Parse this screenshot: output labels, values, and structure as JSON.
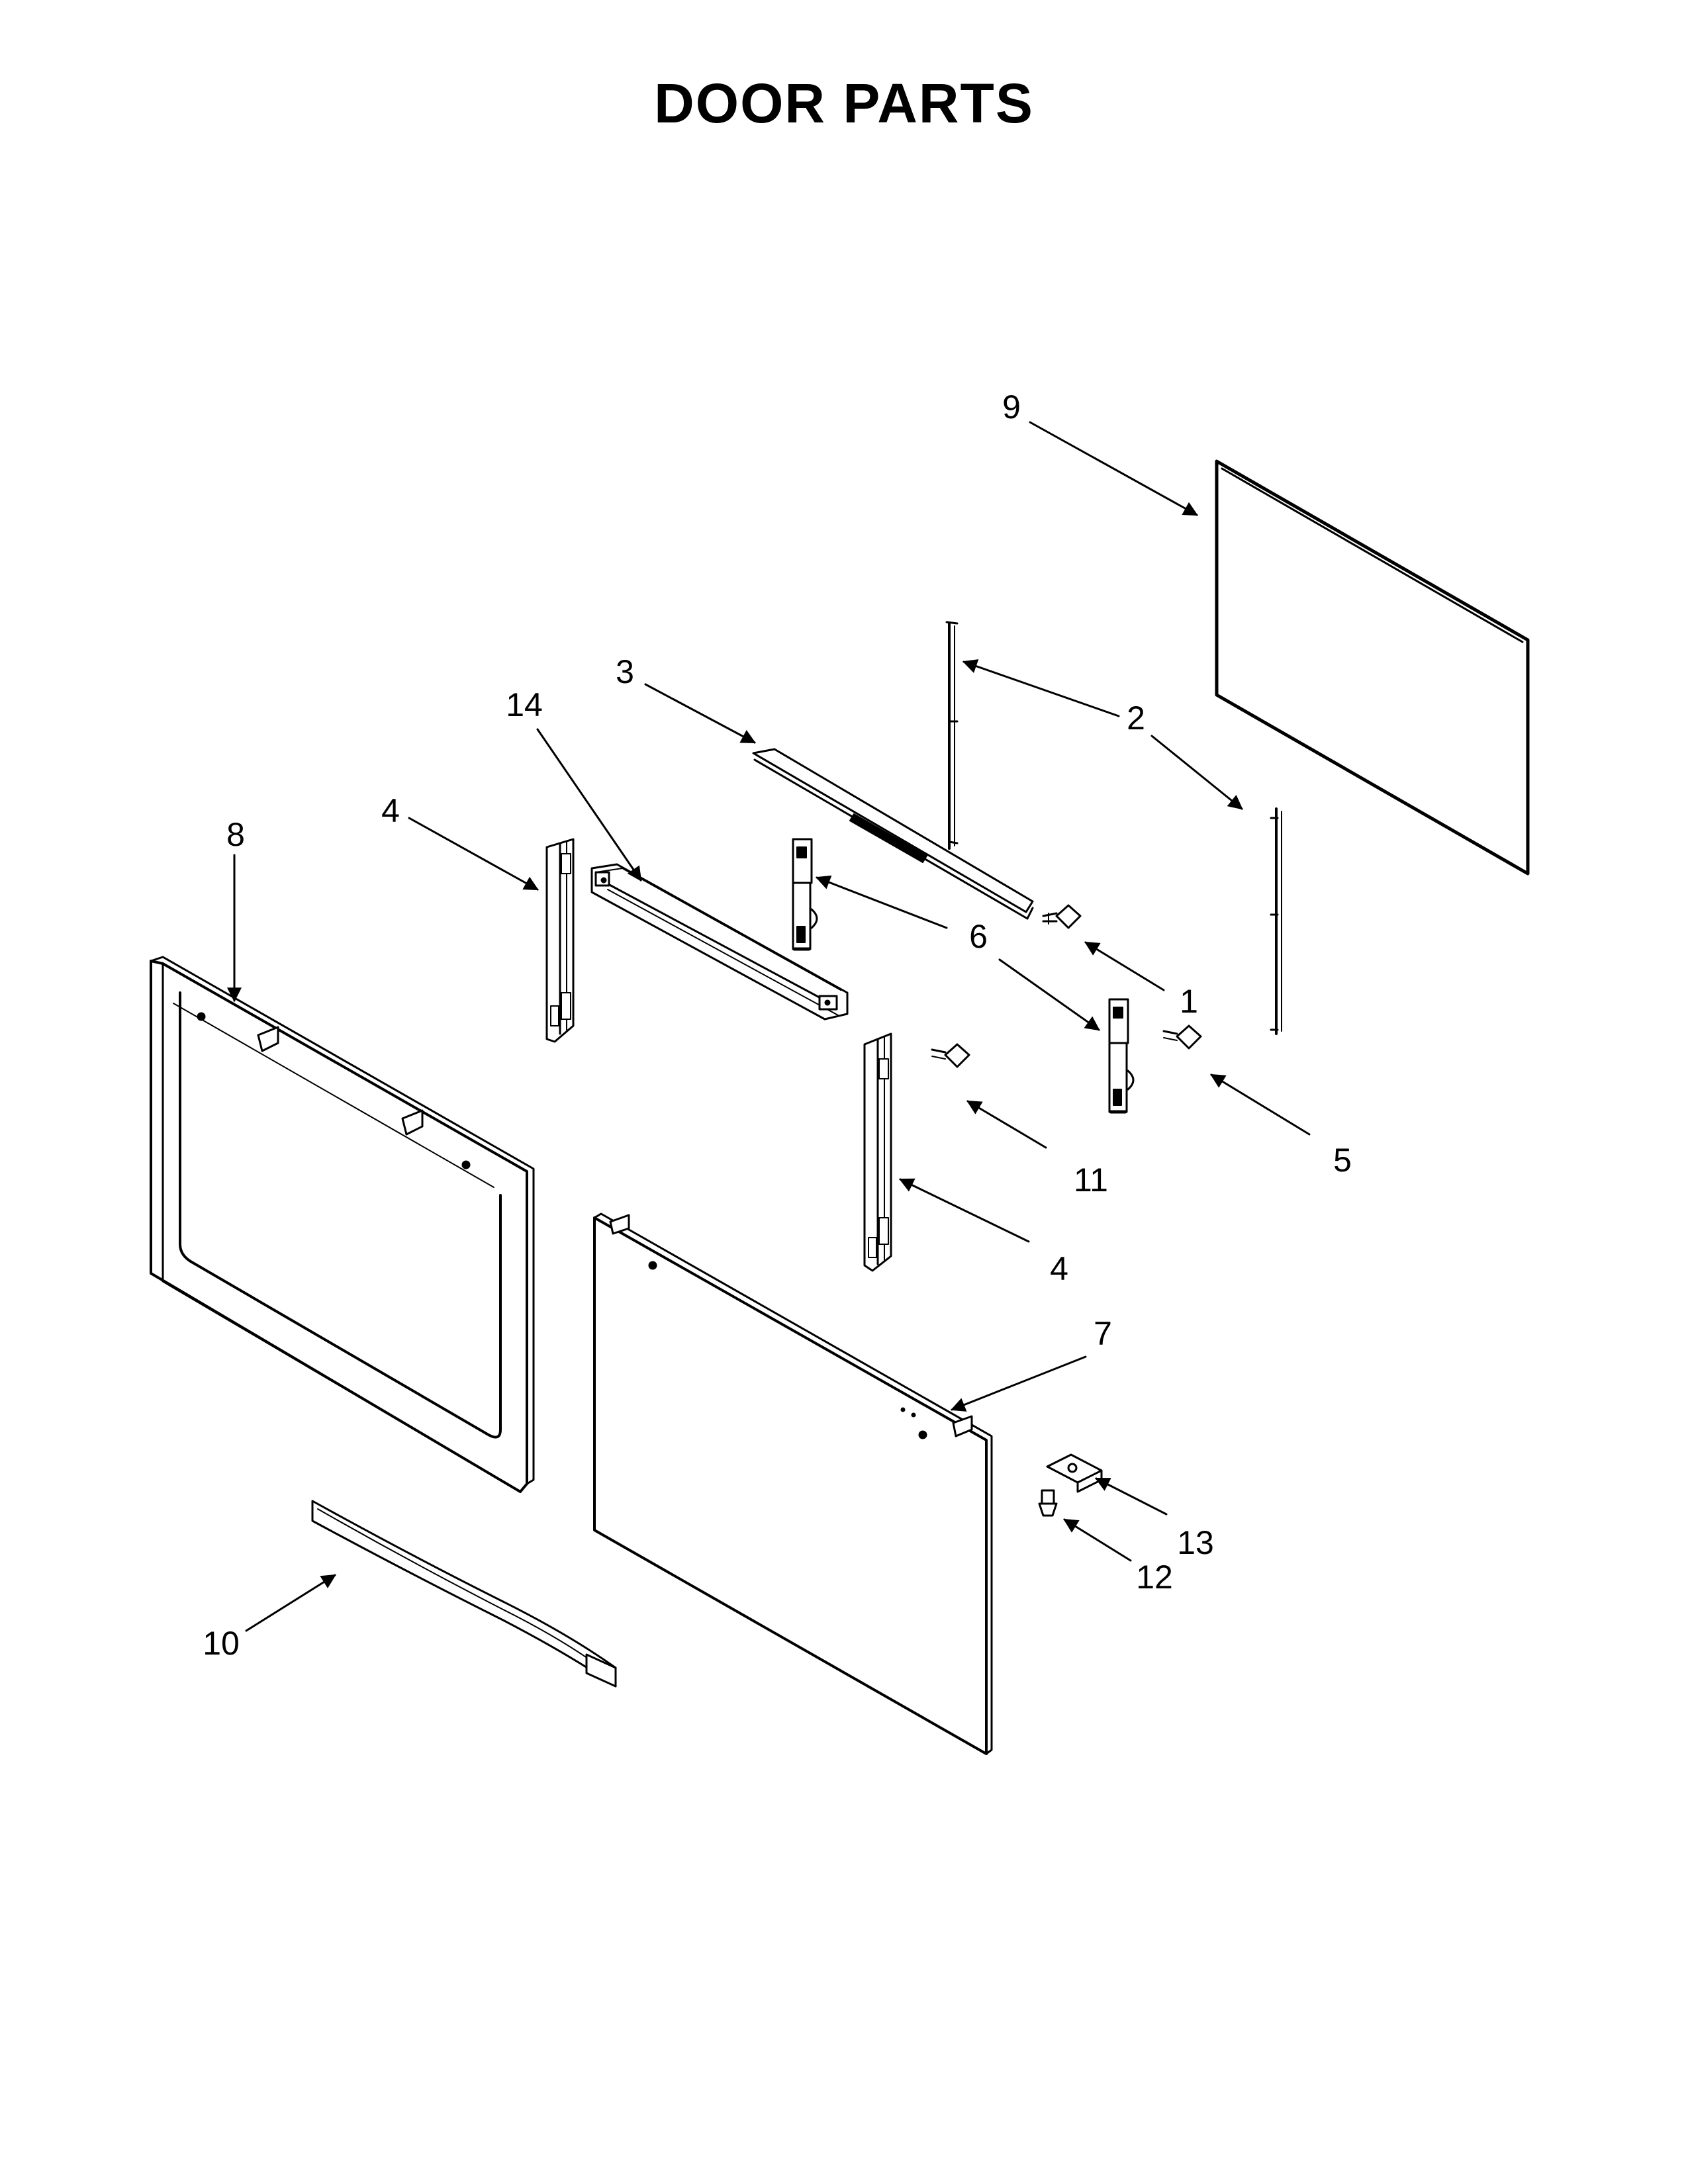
{
  "title": "DOOR PARTS",
  "callouts": [
    {
      "id": "c9",
      "label": "9"
    },
    {
      "id": "c3",
      "label": "3"
    },
    {
      "id": "c14",
      "label": "14"
    },
    {
      "id": "c2",
      "label": "2"
    },
    {
      "id": "c8",
      "label": "8"
    },
    {
      "id": "c4a",
      "label": "4"
    },
    {
      "id": "c6",
      "label": "6"
    },
    {
      "id": "c1",
      "label": "1"
    },
    {
      "id": "c11",
      "label": "11"
    },
    {
      "id": "c5",
      "label": "5"
    },
    {
      "id": "c4b",
      "label": "4"
    },
    {
      "id": "c7",
      "label": "7"
    },
    {
      "id": "c13",
      "label": "13"
    },
    {
      "id": "c12",
      "label": "12"
    },
    {
      "id": "c10",
      "label": "10"
    }
  ]
}
